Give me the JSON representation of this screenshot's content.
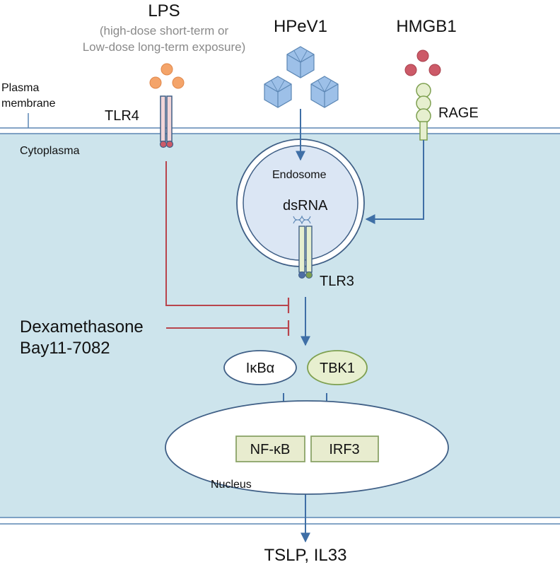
{
  "labels": {
    "lps": "LPS",
    "lps_note_line1": "(high-dose short-term or",
    "lps_note_line2": "Low-dose long-term exposure)",
    "hpev1": "HPeV1",
    "hmgb1": "HMGB1",
    "plasma_membrane_line1": "Plasma",
    "plasma_membrane_line2": "membrane",
    "tlr4": "TLR4",
    "rage": "RAGE",
    "cytoplasma": "Cytoplasma",
    "endosome": "Endosome",
    "dsrna": "dsRNA",
    "tlr3": "TLR3",
    "dexamethasone": "Dexamethasone",
    "bay": "Bay11-7082",
    "ikba": "IκBα",
    "tbk1": "TBK1",
    "nfkb": "NF-κB",
    "irf3": "IRF3",
    "nucleus": "Nucleus",
    "output": "TSLP, IL33"
  },
  "colors": {
    "cytoplasm": "#cde4ec",
    "arrow": "#3f6fa6",
    "inhibit": "#b8444c",
    "lps_ligand": "#f4a46a",
    "hmgb1_ligand": "#cc5a68",
    "tlr4_receptor": "#f2d5d8",
    "receptor_green": "#e6efcf",
    "receptor_green_stroke": "#7ea050",
    "virus": "#9dc0e8",
    "endosome": "#dbe6f4",
    "tbk1": "#e7efcf",
    "box_fill": "#e8eccf",
    "box_stroke": "#8aa368"
  }
}
